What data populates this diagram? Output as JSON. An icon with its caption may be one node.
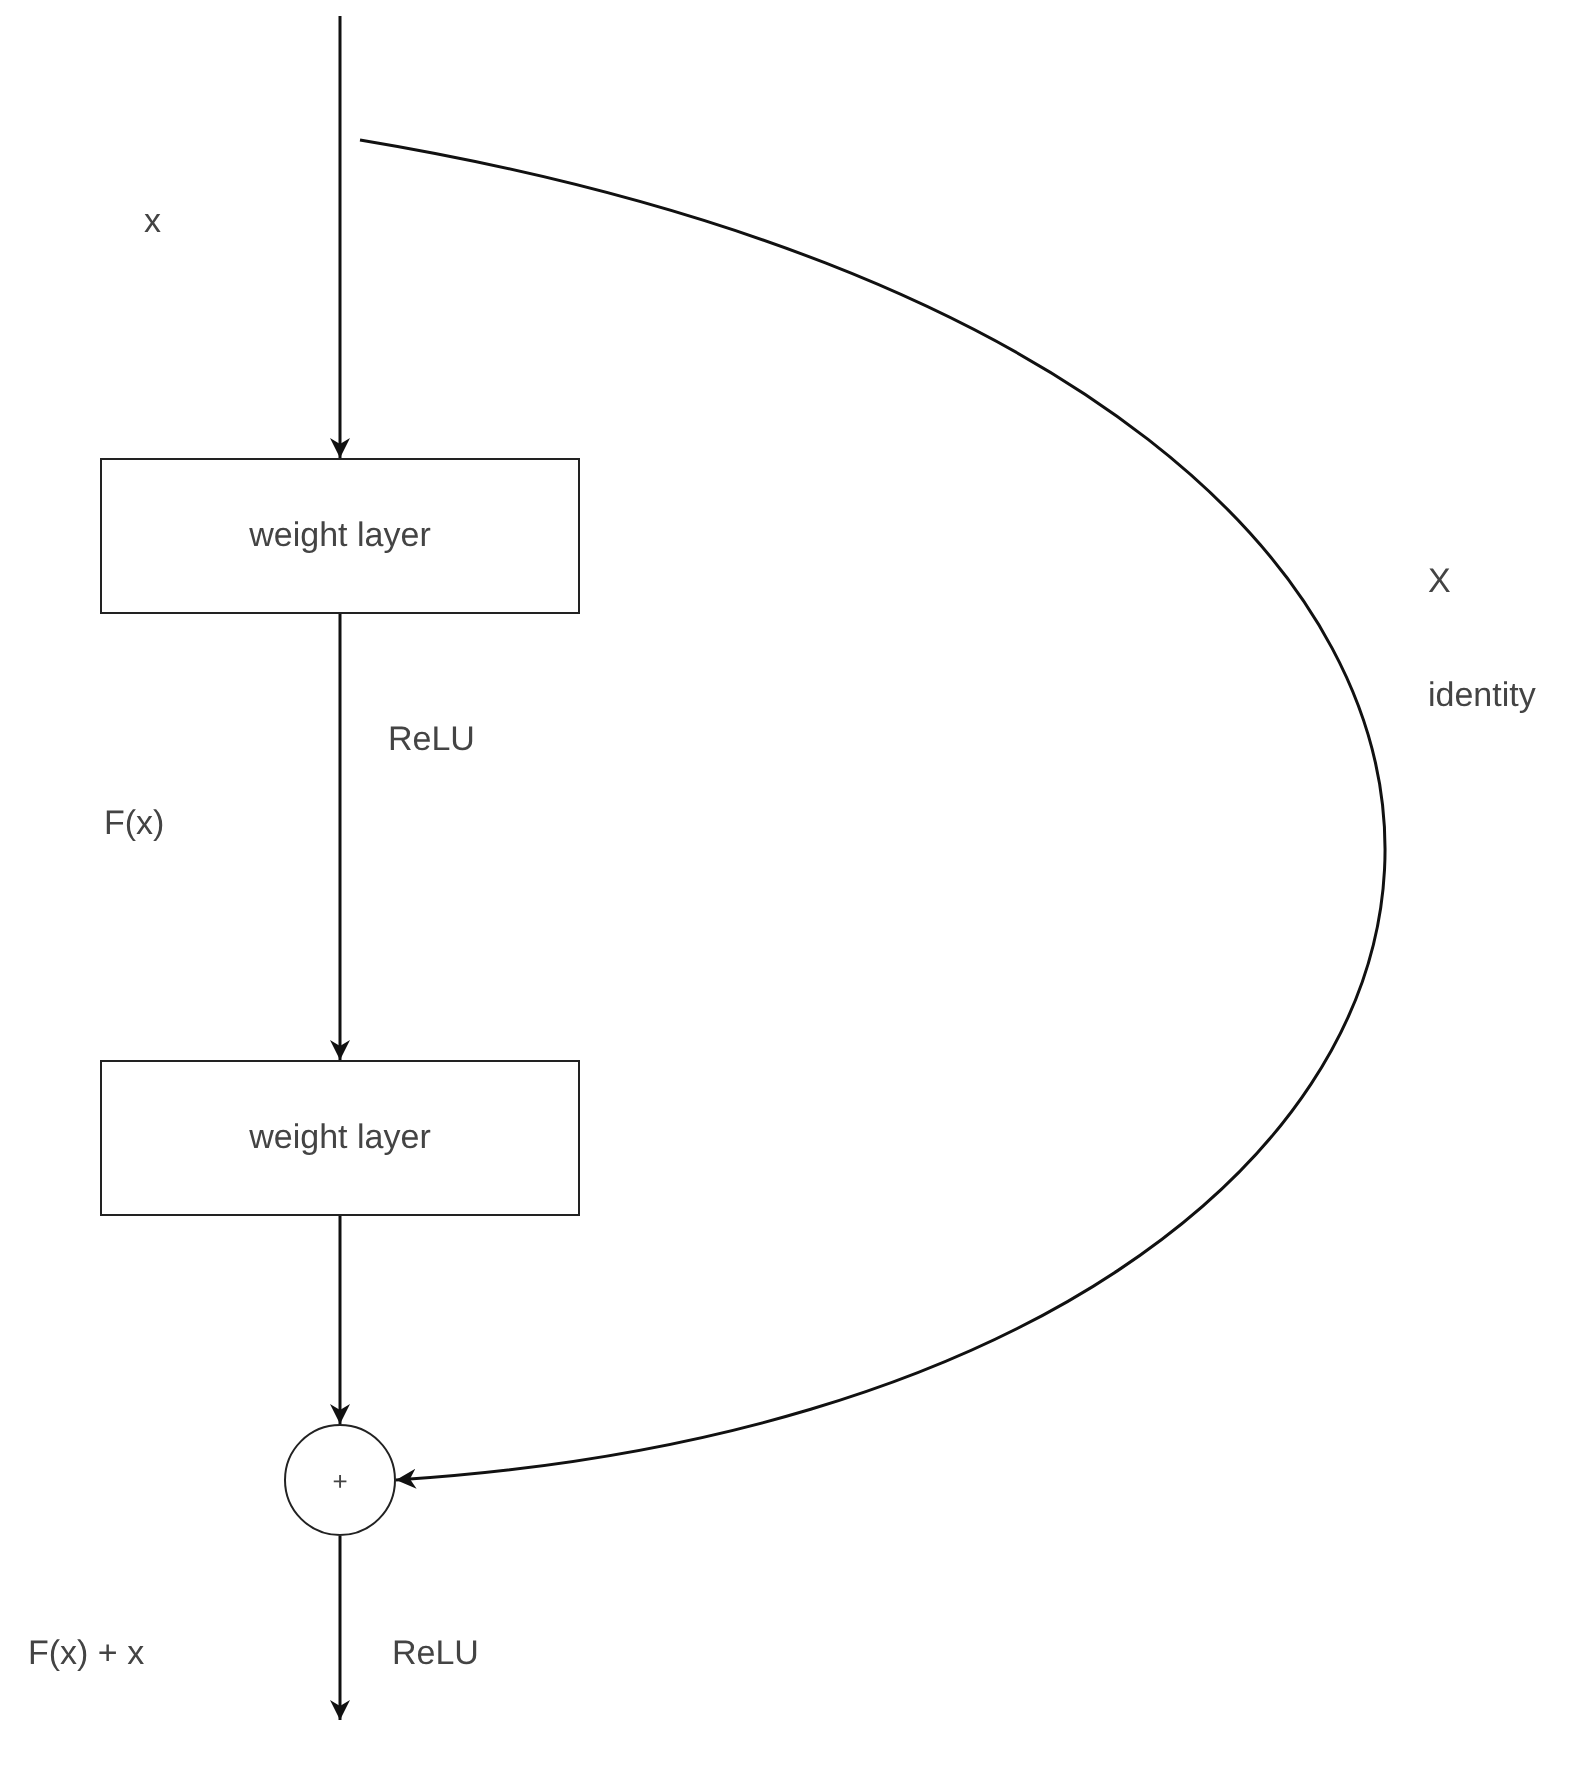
{
  "diagram": {
    "nodes": [
      {
        "text": [
          "weight layer"
        ]
      },
      {
        "text": [
          "weight layer"
        ]
      },
      {
        "text": [
          "+"
        ]
      }
    ],
    "edges": [
      {
        "from": null,
        "to": 0,
        "arrow": "to"
      },
      {
        "from": 0,
        "to": 1,
        "arrow": "to",
        "label": "ReLU"
      },
      {
        "from": 1,
        "to": 2,
        "arrow": "to"
      },
      {
        "from": null,
        "to": 2,
        "arrow": "to"
      },
      {
        "from": 2,
        "to": null,
        "arrow": "to",
        "label": "ReLU"
      }
    ],
    "labels": [
      "x",
      "X",
      "identity",
      "F(x)",
      "F(x) + x"
    ]
  }
}
